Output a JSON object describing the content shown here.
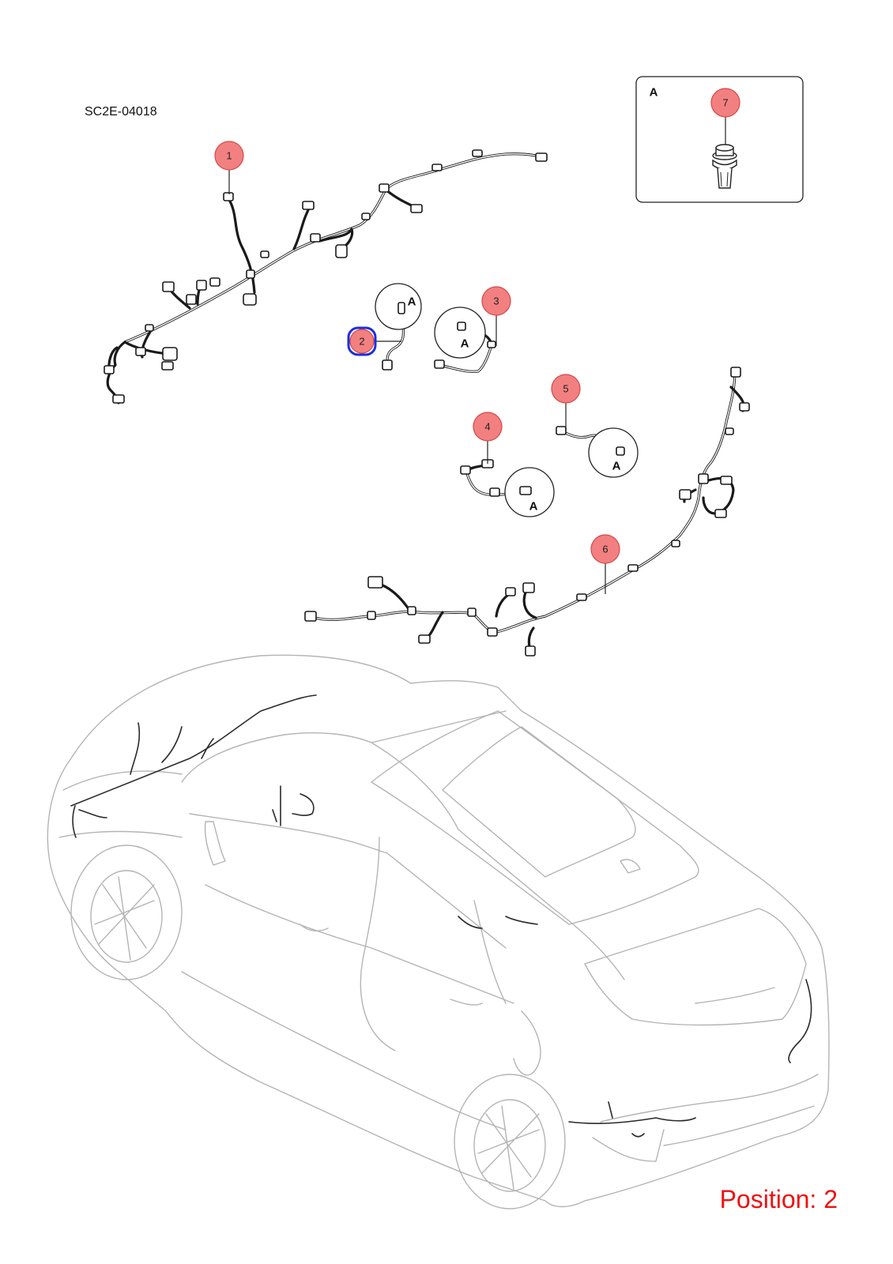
{
  "diagram": {
    "code": "SC2E-04018",
    "position_label": "Position: 2",
    "selected_callout": "2",
    "inset_label": "A",
    "detail_view_label": "A",
    "callouts": [
      {
        "id": "1",
        "label": "1"
      },
      {
        "id": "2",
        "label": "2"
      },
      {
        "id": "3",
        "label": "3"
      },
      {
        "id": "4",
        "label": "4"
      },
      {
        "id": "5",
        "label": "5"
      },
      {
        "id": "6",
        "label": "6"
      },
      {
        "id": "7",
        "label": "7"
      }
    ],
    "colors": {
      "callout_fill": "#f28080",
      "selected_outline": "#1a2fe0",
      "position_text": "#ee1111",
      "car_outline": "#b4b4b4"
    }
  }
}
